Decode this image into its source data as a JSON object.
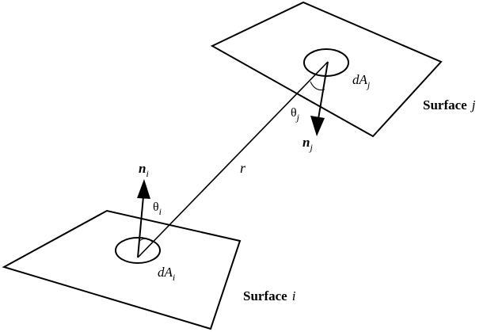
{
  "surface_i": {
    "label": "Surface",
    "index": "i"
  },
  "surface_j": {
    "label": "Surface",
    "index": "j"
  },
  "area_i": {
    "base": "dA",
    "sub": "i"
  },
  "area_j": {
    "base": "dA",
    "sub": "j"
  },
  "normal_i": {
    "base": "n",
    "sub": "i"
  },
  "normal_j": {
    "base": "n",
    "sub": "j"
  },
  "theta_i": {
    "base": "θ",
    "sub": "i"
  },
  "theta_j": {
    "base": "θ",
    "sub": "j"
  },
  "distance": {
    "label": "r"
  }
}
